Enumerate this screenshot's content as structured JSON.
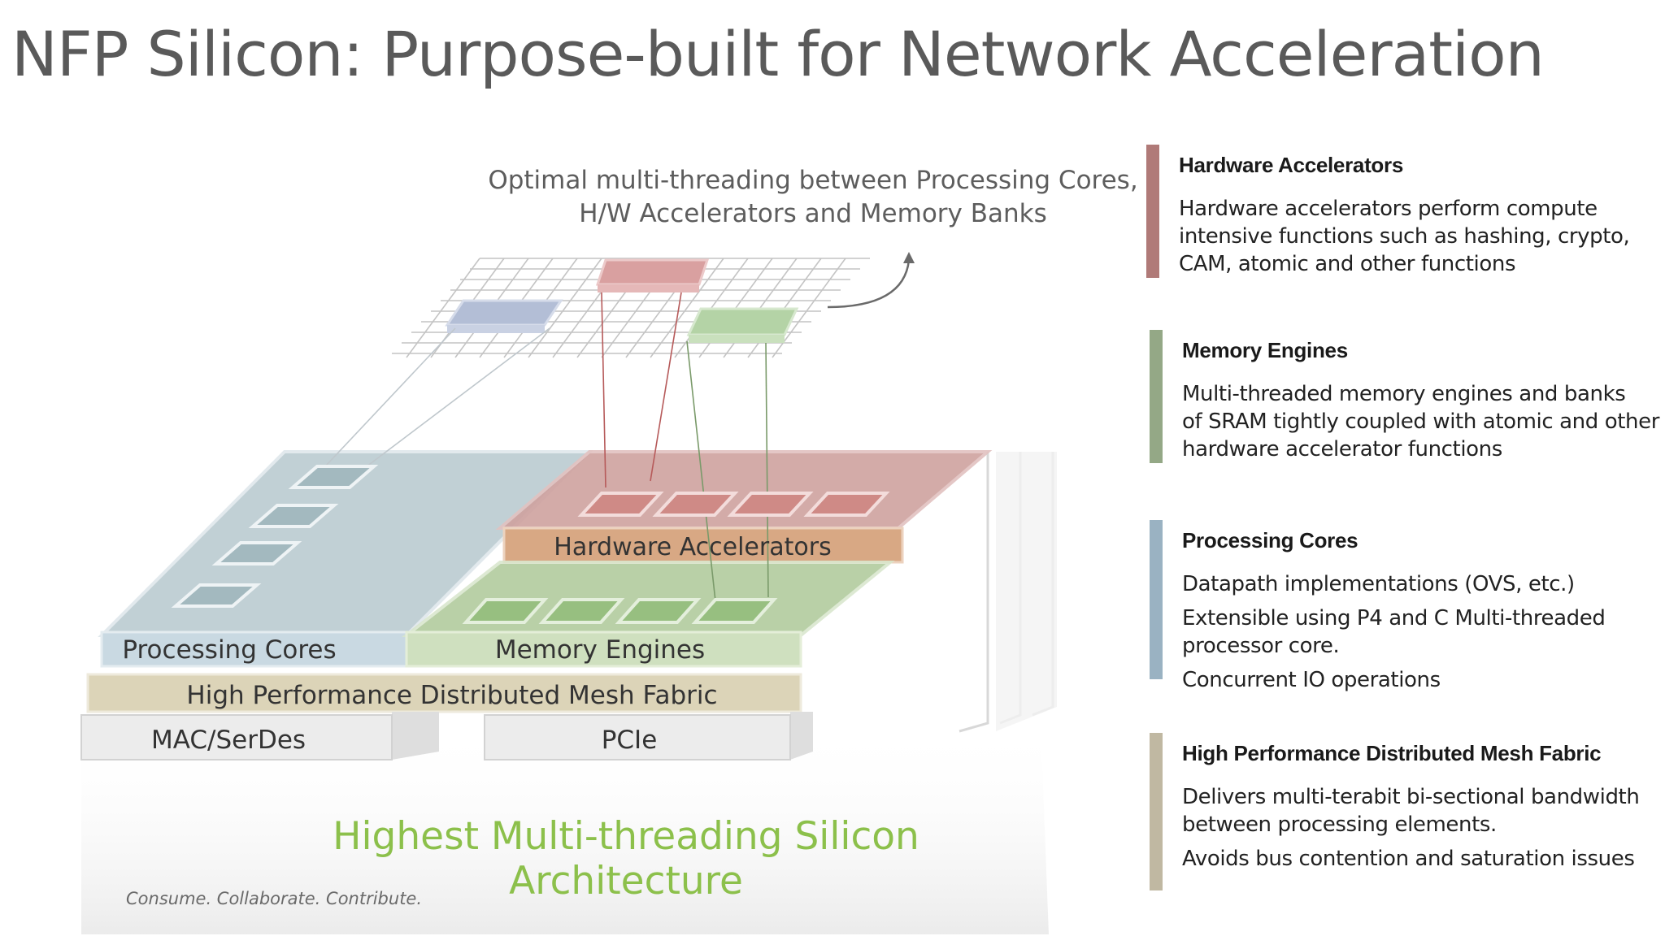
{
  "title": "NFP Silicon: Purpose-built for Network Acceleration",
  "callout": {
    "line1": "Optimal multi-threading between Processing Cores,",
    "line2": "H/W Accelerators and Memory Banks"
  },
  "diagram": {
    "hardware_accelerators": "Hardware Accelerators",
    "processing_cores": "Processing Cores",
    "memory_engines": "Memory Engines",
    "mesh_fabric": "High Performance Distributed Mesh Fabric",
    "mac_serdes": "MAC/SerDes",
    "pcie": "PCIe"
  },
  "tagline": "Highest Multi-threading Silicon Architecture",
  "footer": "Consume. Collaborate. Contribute.",
  "features": [
    {
      "heading": "Hardware Accelerators",
      "color": "#b07a78",
      "lines": [
        "Hardware accelerators perform compute",
        "intensive functions such as hashing, crypto,",
        "CAM, atomic and other functions"
      ]
    },
    {
      "heading": "Memory Engines",
      "color": "#94a886",
      "lines": [
        "Multi-threaded memory engines and banks",
        "of SRAM tightly coupled with atomic and other",
        "hardware accelerator functions"
      ]
    },
    {
      "heading": "Processing Cores",
      "color": "#9ab2c2",
      "lines": [
        "Datapath implementations (OVS, etc.)",
        "Extensible using P4 and C Multi-threaded",
        "processor core.",
        "Concurrent IO operations"
      ]
    },
    {
      "heading": "High Performance Distributed Mesh Fabric",
      "color": "#c0b8a2",
      "lines": [
        "Delivers multi-terabit bi-sectional bandwidth",
        "between processing elements.",
        "Avoids bus contention and saturation issues"
      ]
    }
  ]
}
